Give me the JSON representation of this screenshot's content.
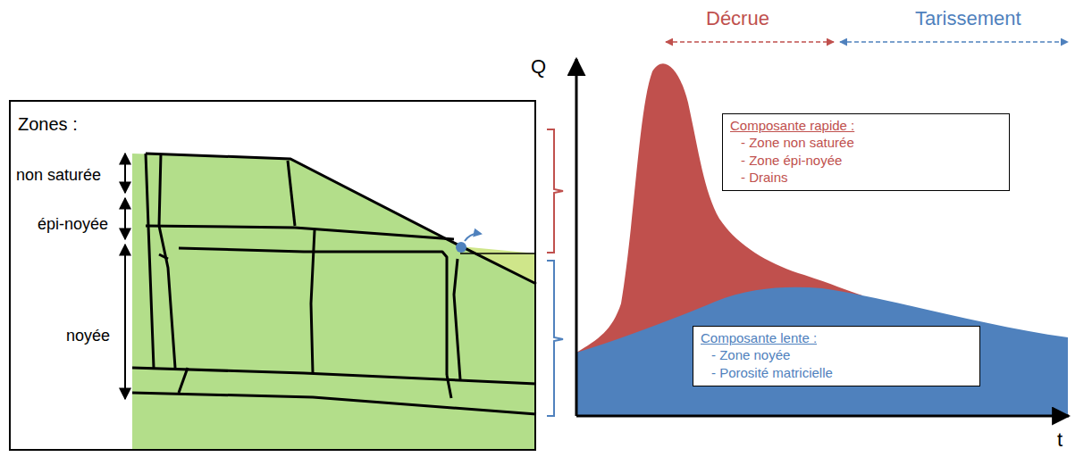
{
  "diagram": {
    "nodes": [
      {
        "text": [
          "Zones :",
          "non saturée",
          "épi-noyée",
          "noyée"
        ]
      },
      {
        "text": [
          "Composante rapide :",
          "- Zone non saturée",
          "- Zone épi-noyée",
          "- Drains"
        ]
      },
      {
        "text": [
          "Composante lente :",
          "- Zone noyée",
          "- Porosité matricielle"
        ]
      }
    ],
    "edges": [],
    "labels": [
      "Q",
      "t",
      "Décrue",
      "Tarissement"
    ]
  }
}
